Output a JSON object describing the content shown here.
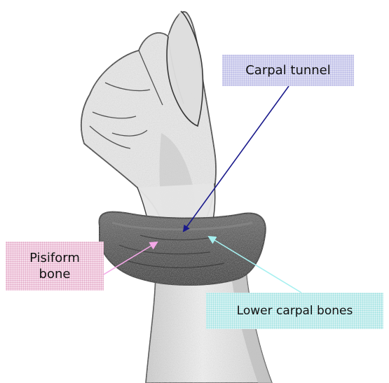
{
  "labels": {
    "carpal_tunnel": "Carpal tunnel",
    "pisiform_line1": "Pisiform",
    "pisiform_line2": "bone",
    "lower_carpal_bones": "Lower carpal bones"
  },
  "colors": {
    "carpal_tunnel_arrow": "#1a1a8c",
    "pisiform_arrow": "#f4a8e8",
    "lower_carpal_arrow": "#a6f0f0",
    "carpal_tunnel_box": "#dcdcf2",
    "pisiform_box": "#f6dcea",
    "lower_carpal_box": "#d6f2f2",
    "ink": "#2a2a2a"
  }
}
